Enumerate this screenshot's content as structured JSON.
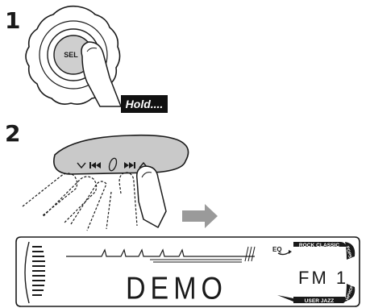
{
  "steps": [
    {
      "number": "1",
      "knob_label": "SEL",
      "badge_text": "Hold...."
    },
    {
      "number": "2"
    }
  ],
  "display": {
    "main_text": "DEMO",
    "band_text": "FM 1",
    "eq_label": "EQ",
    "presets": {
      "rock_classic": "ROCK CLASSIC",
      "pops": "POPS",
      "hiphop": "HIPHOP",
      "user_jazz": "USER JAZZ"
    }
  },
  "colors": {
    "ink": "#1a1a1a",
    "knob_fill": "#cfcfcf",
    "remote_fill": "#c9c9c9",
    "arrow": "#9a9a9a",
    "badge_bg": "#111111"
  }
}
